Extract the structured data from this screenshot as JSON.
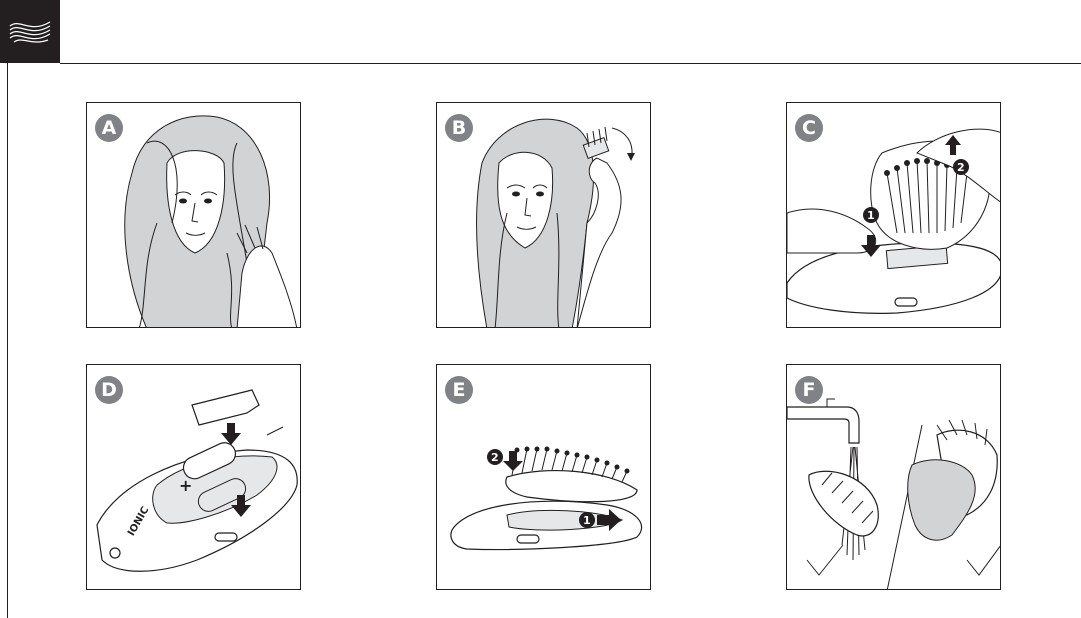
{
  "logo": {
    "icon": "hair-waves-icon"
  },
  "panels": [
    {
      "id": "A",
      "illustration": "woman-with-messy-hair"
    },
    {
      "id": "B",
      "illustration": "woman-brushing-hair"
    },
    {
      "id": "C",
      "illustration": "removing-brush-head-from-handle"
    },
    {
      "id": "D",
      "illustration": "inserting-battery-into-handle"
    },
    {
      "id": "E",
      "illustration": "attaching-brush-head-to-handle"
    },
    {
      "id": "F",
      "illustration": "rinsing-and-wiping-brush-head"
    }
  ],
  "steps": {
    "c": {
      "first": "1",
      "second": "2"
    },
    "e": {
      "first": "1",
      "second": "2"
    }
  },
  "battery_mark": "+",
  "device_label": "IONIC",
  "colors": {
    "badge": "#808285",
    "hair": "#d1d3d4",
    "line": "#231f20"
  }
}
